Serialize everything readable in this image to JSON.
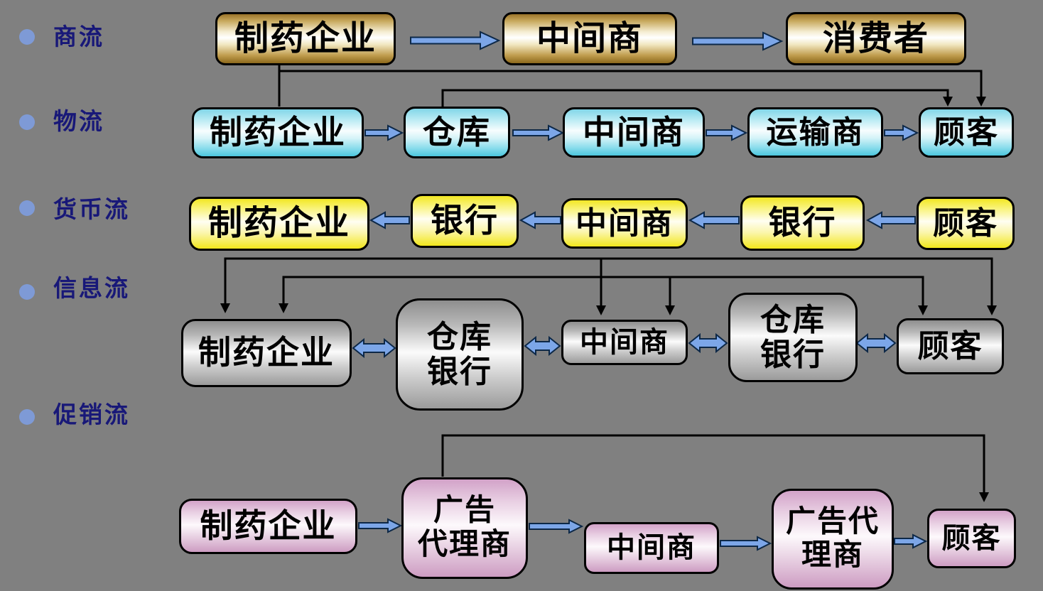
{
  "colors": {
    "background": "#808080",
    "label_text": "#181878",
    "bullet": "#7E9AD6",
    "arrow_blue": "#7CA6E8",
    "connector_black": "#000000",
    "box_border": "#000000",
    "box_text": "#000000",
    "commerce_box": "#9C762B",
    "logistics_box": "#5FCCE2",
    "money_box": "#F6EC25",
    "information_box": "#9A9A9A",
    "promotion_box": "#D3A3C9"
  },
  "flows": {
    "shang": {
      "label": "商流",
      "direction": "right",
      "boxes": [
        "制药企业",
        "中间商",
        "消费者"
      ]
    },
    "wu": {
      "label": "物流",
      "direction": "right",
      "boxes": [
        "制药企业",
        "仓库",
        "中间商",
        "运输商",
        "顾客"
      ]
    },
    "huobi": {
      "label": "货币流",
      "direction": "left",
      "boxes": [
        "制药企业",
        "银行",
        "中间商",
        "银行",
        "顾客"
      ]
    },
    "xinxi": {
      "label": "信息流",
      "direction": "both",
      "boxes": [
        "制药企业",
        "仓库\n银行",
        "中间商",
        "仓库\n银行",
        "顾客"
      ]
    },
    "cuxiao": {
      "label": "促销流",
      "direction": "right",
      "boxes": [
        "制药企业",
        "广告\n代理商",
        "中间商",
        "广告代\n理商",
        "顾客"
      ]
    }
  }
}
